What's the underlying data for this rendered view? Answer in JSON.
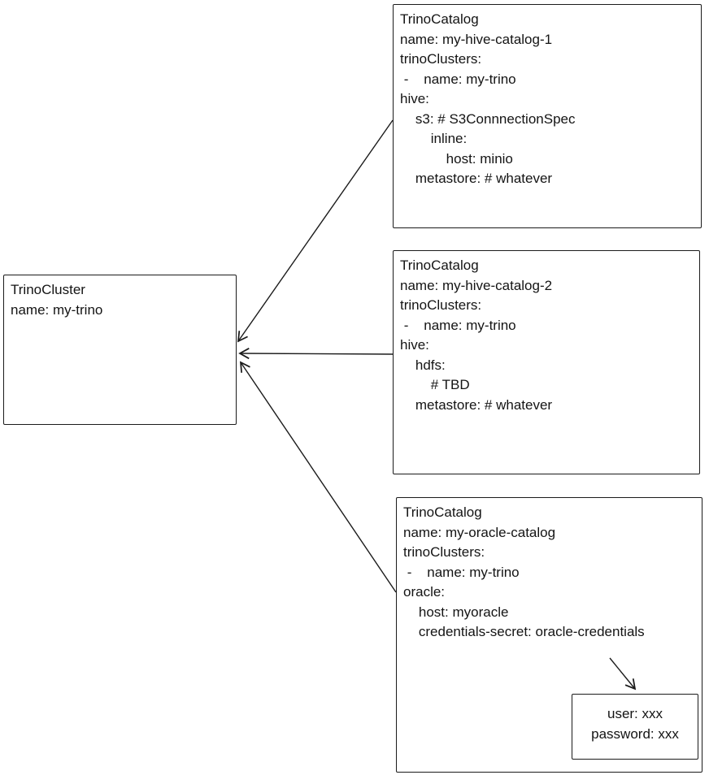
{
  "colors": {
    "stroke": "#1b1b1b",
    "background": "#ffffff"
  },
  "cluster": {
    "title": "TrinoCluster",
    "lines": [
      "name: my-trino"
    ]
  },
  "catalogs": [
    {
      "title": "TrinoCatalog",
      "lines": [
        "name: my-hive-catalog-1",
        "trinoClusters:",
        " -    name: my-trino",
        "hive:",
        "    s3: # S3ConnnectionSpec",
        "        inline:",
        "            host: minio",
        "    metastore: # whatever"
      ]
    },
    {
      "title": "TrinoCatalog",
      "lines": [
        "name: my-hive-catalog-2",
        "trinoClusters:",
        " -    name: my-trino",
        "hive:",
        "    hdfs:",
        "        # TBD",
        "    metastore: # whatever"
      ]
    },
    {
      "title": "TrinoCatalog",
      "lines": [
        "name: my-oracle-catalog",
        "trinoClusters:",
        " -    name: my-trino",
        "oracle:",
        "    host: myoracle",
        "    credentials-secret: oracle-credentials"
      ]
    }
  ],
  "secret": {
    "lines": [
      "user: xxx",
      "password: xxx"
    ]
  }
}
